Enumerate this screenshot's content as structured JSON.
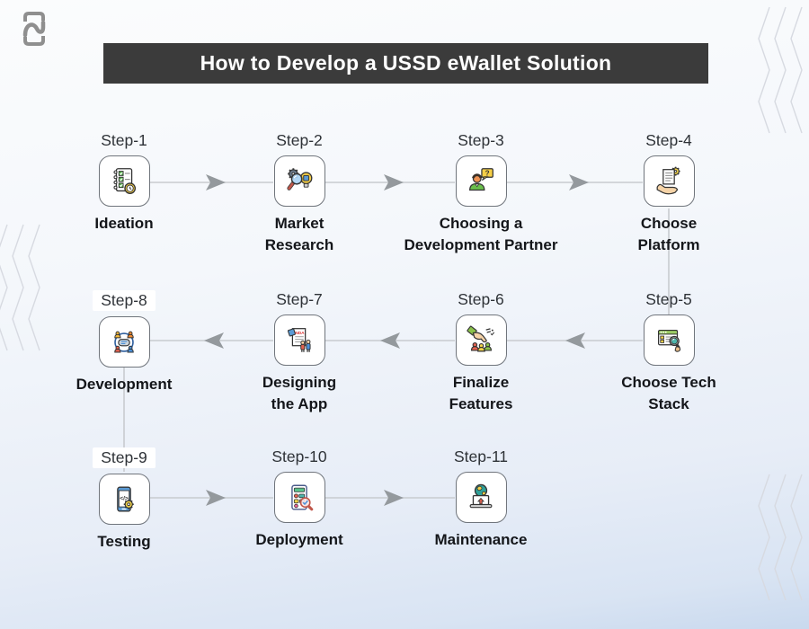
{
  "header": {
    "title": "How to Develop a USSD eWallet Solution",
    "logo": "brand-logo-icon"
  },
  "colors": {
    "banner_bg": "#3b3b3b",
    "banner_text": "#ffffff",
    "connector_line": "#c8cbcf",
    "arrowhead": "#94999d",
    "box_border": "#70757c",
    "box_bg": "#ffffff",
    "step_label_text": "#2e3237",
    "step_name_text": "#14161a",
    "zigzag": "#d7dae1"
  },
  "steps": [
    {
      "step_label": "Step-1",
      "name": "Ideation",
      "icon": "checklist-clock-icon"
    },
    {
      "step_label": "Step-2",
      "name": "Market\nResearch",
      "icon": "gear-magnifier-bulb-icon"
    },
    {
      "step_label": "Step-3",
      "name": "Choosing a\nDevelopment Partner",
      "icon": "person-question-bubble-icon"
    },
    {
      "step_label": "Step-4",
      "name": "Choose\nPlatform",
      "icon": "hand-document-gear-icon"
    },
    {
      "step_label": "Step-5",
      "name": "Choose Tech\nStack",
      "icon": "browser-magnifier-icon"
    },
    {
      "step_label": "Step-6",
      "name": "Finalize\nFeatures",
      "icon": "hand-pick-person-icon"
    },
    {
      "step_label": "Step-7",
      "name": "Designing\nthe App",
      "icon": "nda-document-people-icon"
    },
    {
      "step_label": "Step-8",
      "name": "Development",
      "icon": "team-collaboration-icon"
    },
    {
      "step_label": "Step-9",
      "name": "Testing",
      "icon": "phone-code-gear-icon"
    },
    {
      "step_label": "Step-10",
      "name": "Deployment",
      "icon": "app-launch-magnifier-icon"
    },
    {
      "step_label": "Step-11",
      "name": "Maintenance",
      "icon": "laptop-globe-update-icon"
    }
  ]
}
